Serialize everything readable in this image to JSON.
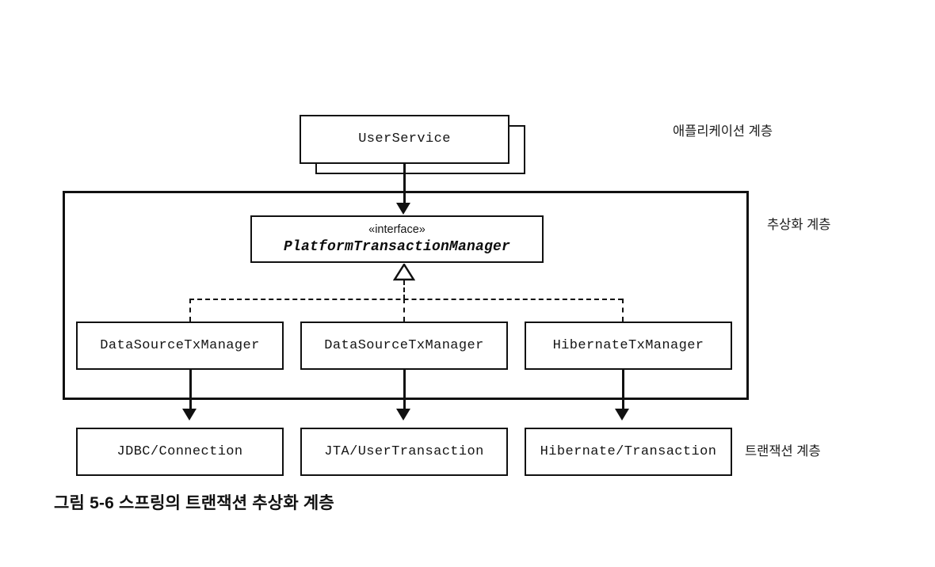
{
  "figure": {
    "caption": "그림 5-6 스프링의 트랜잭션 추상화 계층",
    "background_color": "#ffffff",
    "line_color": "#111111"
  },
  "layers": [
    {
      "id": "application",
      "label": "애플리케이션 계층"
    },
    {
      "id": "abstraction",
      "label": "추상화 계층"
    },
    {
      "id": "transaction",
      "label": "트랜잭션 계층"
    }
  ],
  "application_layer": {
    "node": {
      "name": "UserService",
      "style": "stacked-box"
    }
  },
  "abstraction_layer": {
    "interface": {
      "stereotype": "«interface»",
      "name": "PlatformTransactionManager"
    },
    "implementations": [
      {
        "name": "DataSourceTxManager"
      },
      {
        "name": "DataSourceTxManager"
      },
      {
        "name": "HibernateTxManager"
      }
    ]
  },
  "transaction_layer": {
    "resources": [
      {
        "name": "JDBC/Connection"
      },
      {
        "name": "JTA/UserTransaction"
      },
      {
        "name": "Hibernate/Transaction"
      }
    ]
  },
  "connectors": {
    "userservice_to_interface": "solid-arrow-down",
    "interface_generalization": "hollow-triangle-up",
    "implements_bus": "dashed-realization",
    "manager_to_resource": "solid-arrow-down"
  }
}
